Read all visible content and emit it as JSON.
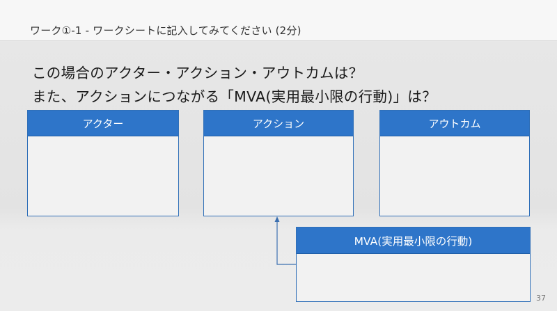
{
  "slide": {
    "title": "ワーク①-1 - ワークシートに記入してみてください (2分)",
    "question_line1": "この場合のアクター・アクション・アウトカムは？",
    "question_line2": "また、アクションにつながる「MVA(実用最小限の行動)」は？",
    "page_number": "37"
  },
  "cards": {
    "actor": {
      "label": "アクター",
      "value": ""
    },
    "action": {
      "label": "アクション",
      "value": ""
    },
    "outcome": {
      "label": "アウトカム",
      "value": ""
    },
    "mva": {
      "label": "MVA(実用最小限の行動)",
      "value": ""
    }
  },
  "colors": {
    "card_header": "#2e75c9",
    "card_border": "#2f6fb8",
    "card_body": "#f2f2f2",
    "arrow": "#3b6fb0"
  }
}
